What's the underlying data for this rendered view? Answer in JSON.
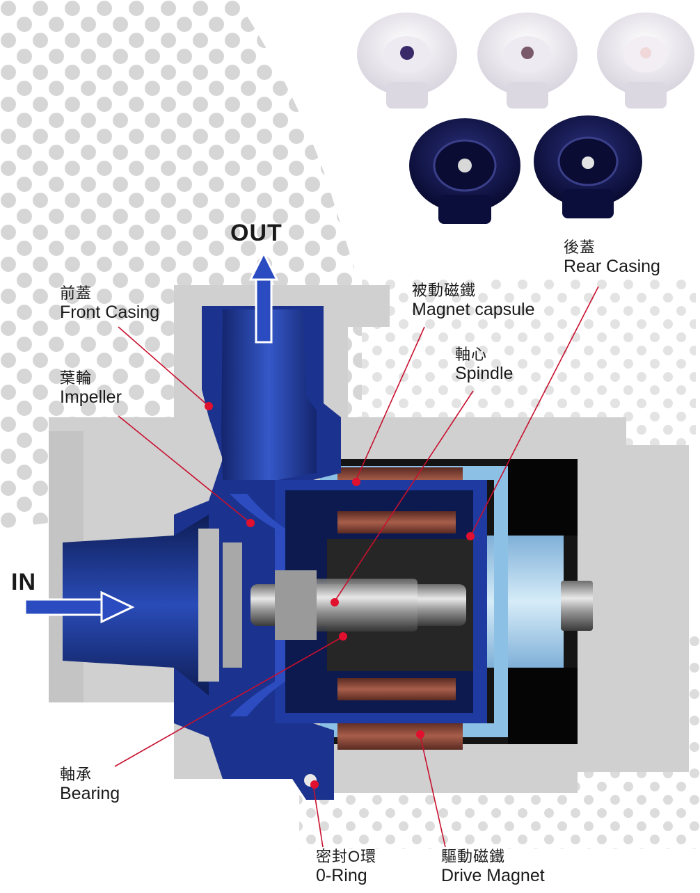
{
  "flow": {
    "out": "OUT",
    "in": "IN"
  },
  "labels": {
    "front_casing": {
      "zh": "前蓋",
      "en": "Front Casing"
    },
    "impeller": {
      "zh": "葉輪",
      "en": "Impeller"
    },
    "bearing": {
      "zh": "軸承",
      "en": "Bearing"
    },
    "magnet_capsule": {
      "zh": "被動磁鐵",
      "en": "Magnet capsule"
    },
    "spindle": {
      "zh": "軸心",
      "en": "Spindle"
    },
    "rear_casing": {
      "zh": "後蓋",
      "en": "Rear Casing"
    },
    "o_ring": {
      "zh": "密封O環",
      "en": "0-Ring"
    },
    "drive_magnet": {
      "zh": "驅動磁鐵",
      "en": "Drive Magnet"
    }
  },
  "colors": {
    "casing_blue": "#1f3a9c",
    "casing_dark": "#0d1a4f",
    "magnet_brown": "#8a4a3c",
    "housing_grey": "#d2d2d2",
    "callout_red": "#c8102e",
    "dot_grey": "#d9d9d9"
  },
  "icons": [
    "out-arrow-icon",
    "in-arrow-icon",
    "callout-dot-icon"
  ]
}
